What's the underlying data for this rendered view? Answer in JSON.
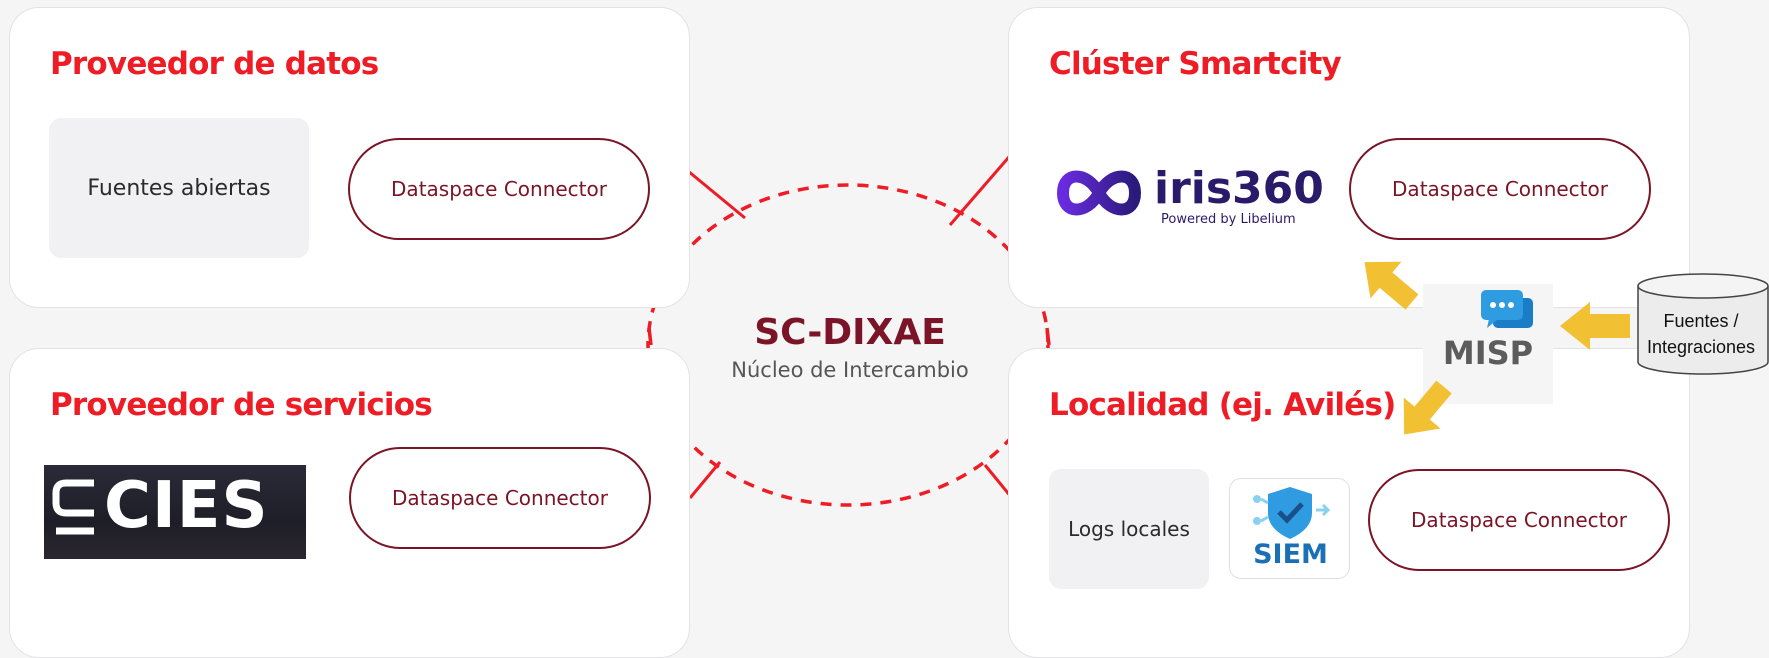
{
  "panels": {
    "data_provider": {
      "title": "Proveedor de datos",
      "source_box": "Fuentes abiertas",
      "connector": "Dataspace Connector"
    },
    "smartcity_cluster": {
      "title": "Clúster Smartcity",
      "logo_main": "iris360",
      "logo_tagline": "Powered by Libelium",
      "connector": "Dataspace Connector"
    },
    "service_provider": {
      "title": "Proveedor de servicios",
      "logo_text": "CIES",
      "connector": "Dataspace Connector"
    },
    "locality": {
      "title": "Localidad (ej. Avilés)",
      "logs_box": "Logs locales",
      "siem_label": "SIEM",
      "connector": "Dataspace Connector"
    }
  },
  "center": {
    "title": "SC-DIXAE",
    "subtitle": "Núcleo de Intercambio"
  },
  "misp": {
    "label": "MISP"
  },
  "database": {
    "line1": "Fuentes /",
    "line2": "Integraciones"
  },
  "colors": {
    "accent_red": "#ee1c25",
    "maroon": "#7a1426",
    "arrow_yellow": "#f2c033",
    "misp_blue": "#2f9be0"
  }
}
